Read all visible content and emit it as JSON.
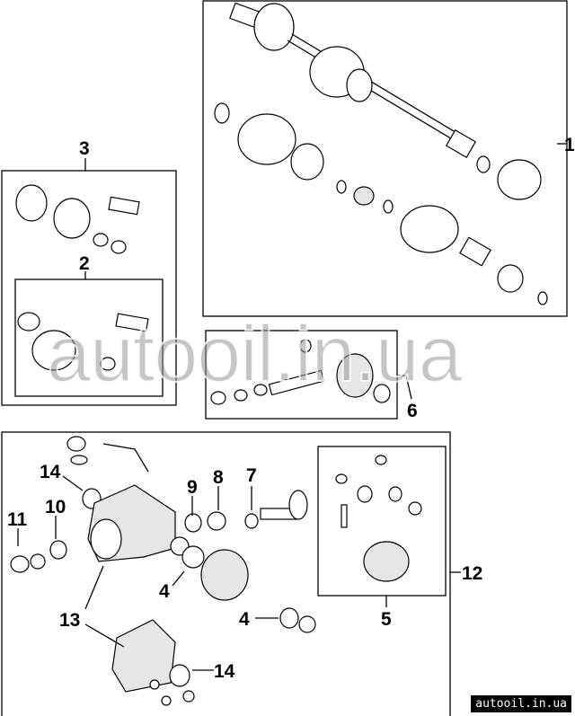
{
  "callouts": {
    "c1": "1",
    "c2": "2",
    "c3": "3",
    "c4a": "4",
    "c4b": "4",
    "c5": "5",
    "c6": "6",
    "c7": "7",
    "c8": "8",
    "c9": "9",
    "c10": "10",
    "c11": "11",
    "c12": "12",
    "c13": "13",
    "c14a": "14",
    "c14b": "14"
  },
  "watermark": "autooil.in.ua",
  "footer": "autooil.in.ua"
}
